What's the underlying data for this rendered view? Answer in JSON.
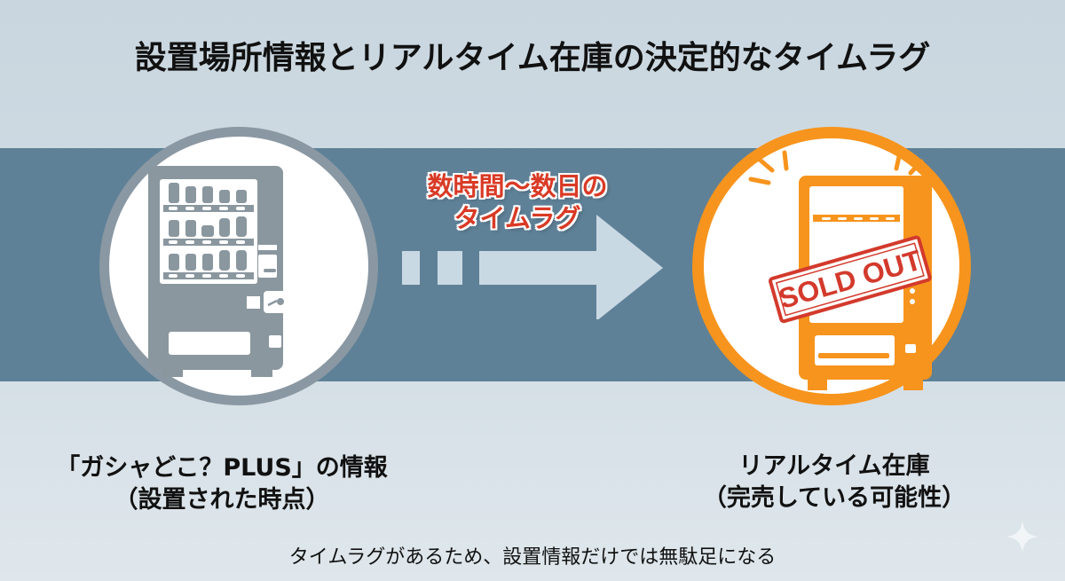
{
  "title": "設置場所情報とリアルタイム在庫の決定的なタイムラグ",
  "colors": {
    "background": "#cfdae2",
    "band": "#5f8197",
    "left_accent": "#8a98a3",
    "right_accent": "#f7941d",
    "arrow": "#c9d9e4",
    "lag_text": "#d93a25",
    "stamp": "#d33a2c"
  },
  "left": {
    "icon": "vending-machine-stocked-icon",
    "caption_line1": "「ガシャどこ？PLUS」の情報",
    "caption_line2": "（設置された時点）"
  },
  "middle": {
    "icon": "arrow-right-icon",
    "lag_line1": "数時間〜数日の",
    "lag_line2": "タイムラグ"
  },
  "right": {
    "icon": "vending-machine-sold-out-icon",
    "stamp_text": "SOLD OUT",
    "caption_line1": "リアルタイム在庫",
    "caption_line2": "（完売している可能性）"
  },
  "footer": "タイムラグがあるため、設置情報だけでは無駄足になる"
}
